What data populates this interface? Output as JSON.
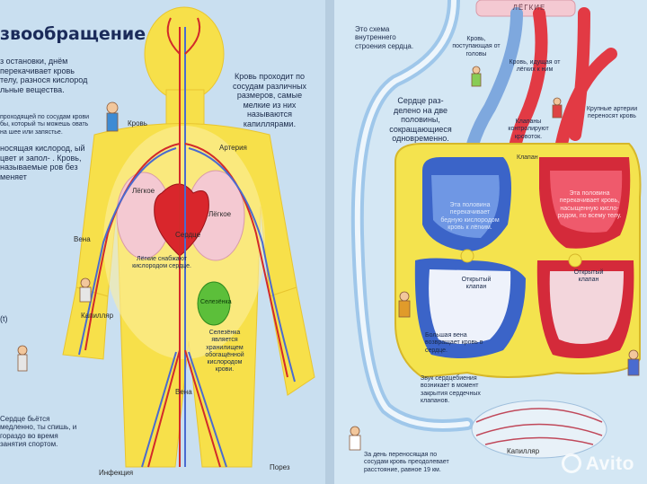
{
  "left_page": {
    "title": "звообращение",
    "intro": "з остановки, днём перекачивает кровь телу, разнося кислород льные вещества.",
    "pulse_note": "проходящей по сосудам крови бы, который ты можешь овать на шее или запястье.",
    "oxygen_note": "носящая кислород, ый цвет и запол- . Кровь, называемые ров без меняет",
    "capillaries_note": "Кровь проходит по сосудам различных размеров, самые мелкие из них называются капиллярами.",
    "lungs_note": "Лёгкие снабжают кислородом сердце.",
    "spleen_note": "Селезёнка является хранилищем обогащённой кислородом крови.",
    "heartbeat_note": "Сердце бьётся медленно, ты спишь, и гораздо во время занятия спортом.",
    "bottom_left_label": "(t)",
    "labels": {
      "blood": "Кровь",
      "artery": "Артерия",
      "lung_left": "Лёгкое",
      "lung_right": "Лёгкое",
      "heart": "Сердце",
      "vein_left": "Вена",
      "capillary": "Капилляр",
      "spleen": "Селезёнка",
      "vein_bottom": "Вена",
      "infection": "Инфекция",
      "cut": "Порез"
    }
  },
  "right_page": {
    "lungs_label": "ЛЁГКИЕ",
    "scheme_note": "Это схема внутреннего строения сердца.",
    "from_head_note": "Кровь, поступающая от головы",
    "from_lungs_note": "Кровь, идущая от лёгких к ним",
    "two_halves_note": "Сердце раз- делено на две половины, сокращающиеся одновременно.",
    "valves_control_note": "Клапаны контролируют кровоток.",
    "valve_label": "Клапан",
    "big_arteries_note": "Крупные артерии переносят кровь",
    "left_half_note": "Эта половина перекачивает бедную кислородом кровь к лёгким.",
    "right_half_note": "Эта половина перекачивает кровь, насыщенную кисло- родом, по всему телу.",
    "open_valve_left": "Открытый клапан",
    "open_valve_right": "Открытый клапан",
    "big_vein_note": "Большая вена возвращает кровь в сердце.",
    "heartbeat_sound_note": "Звук сердцебиения возникает в момент закрытия сердечных клапанов.",
    "capillary_label": "Капилляр",
    "distance_note": "За день переносящая по сосудам кровь преодолевает расстояние, равное 19 км."
  },
  "watermark": "Avito"
}
